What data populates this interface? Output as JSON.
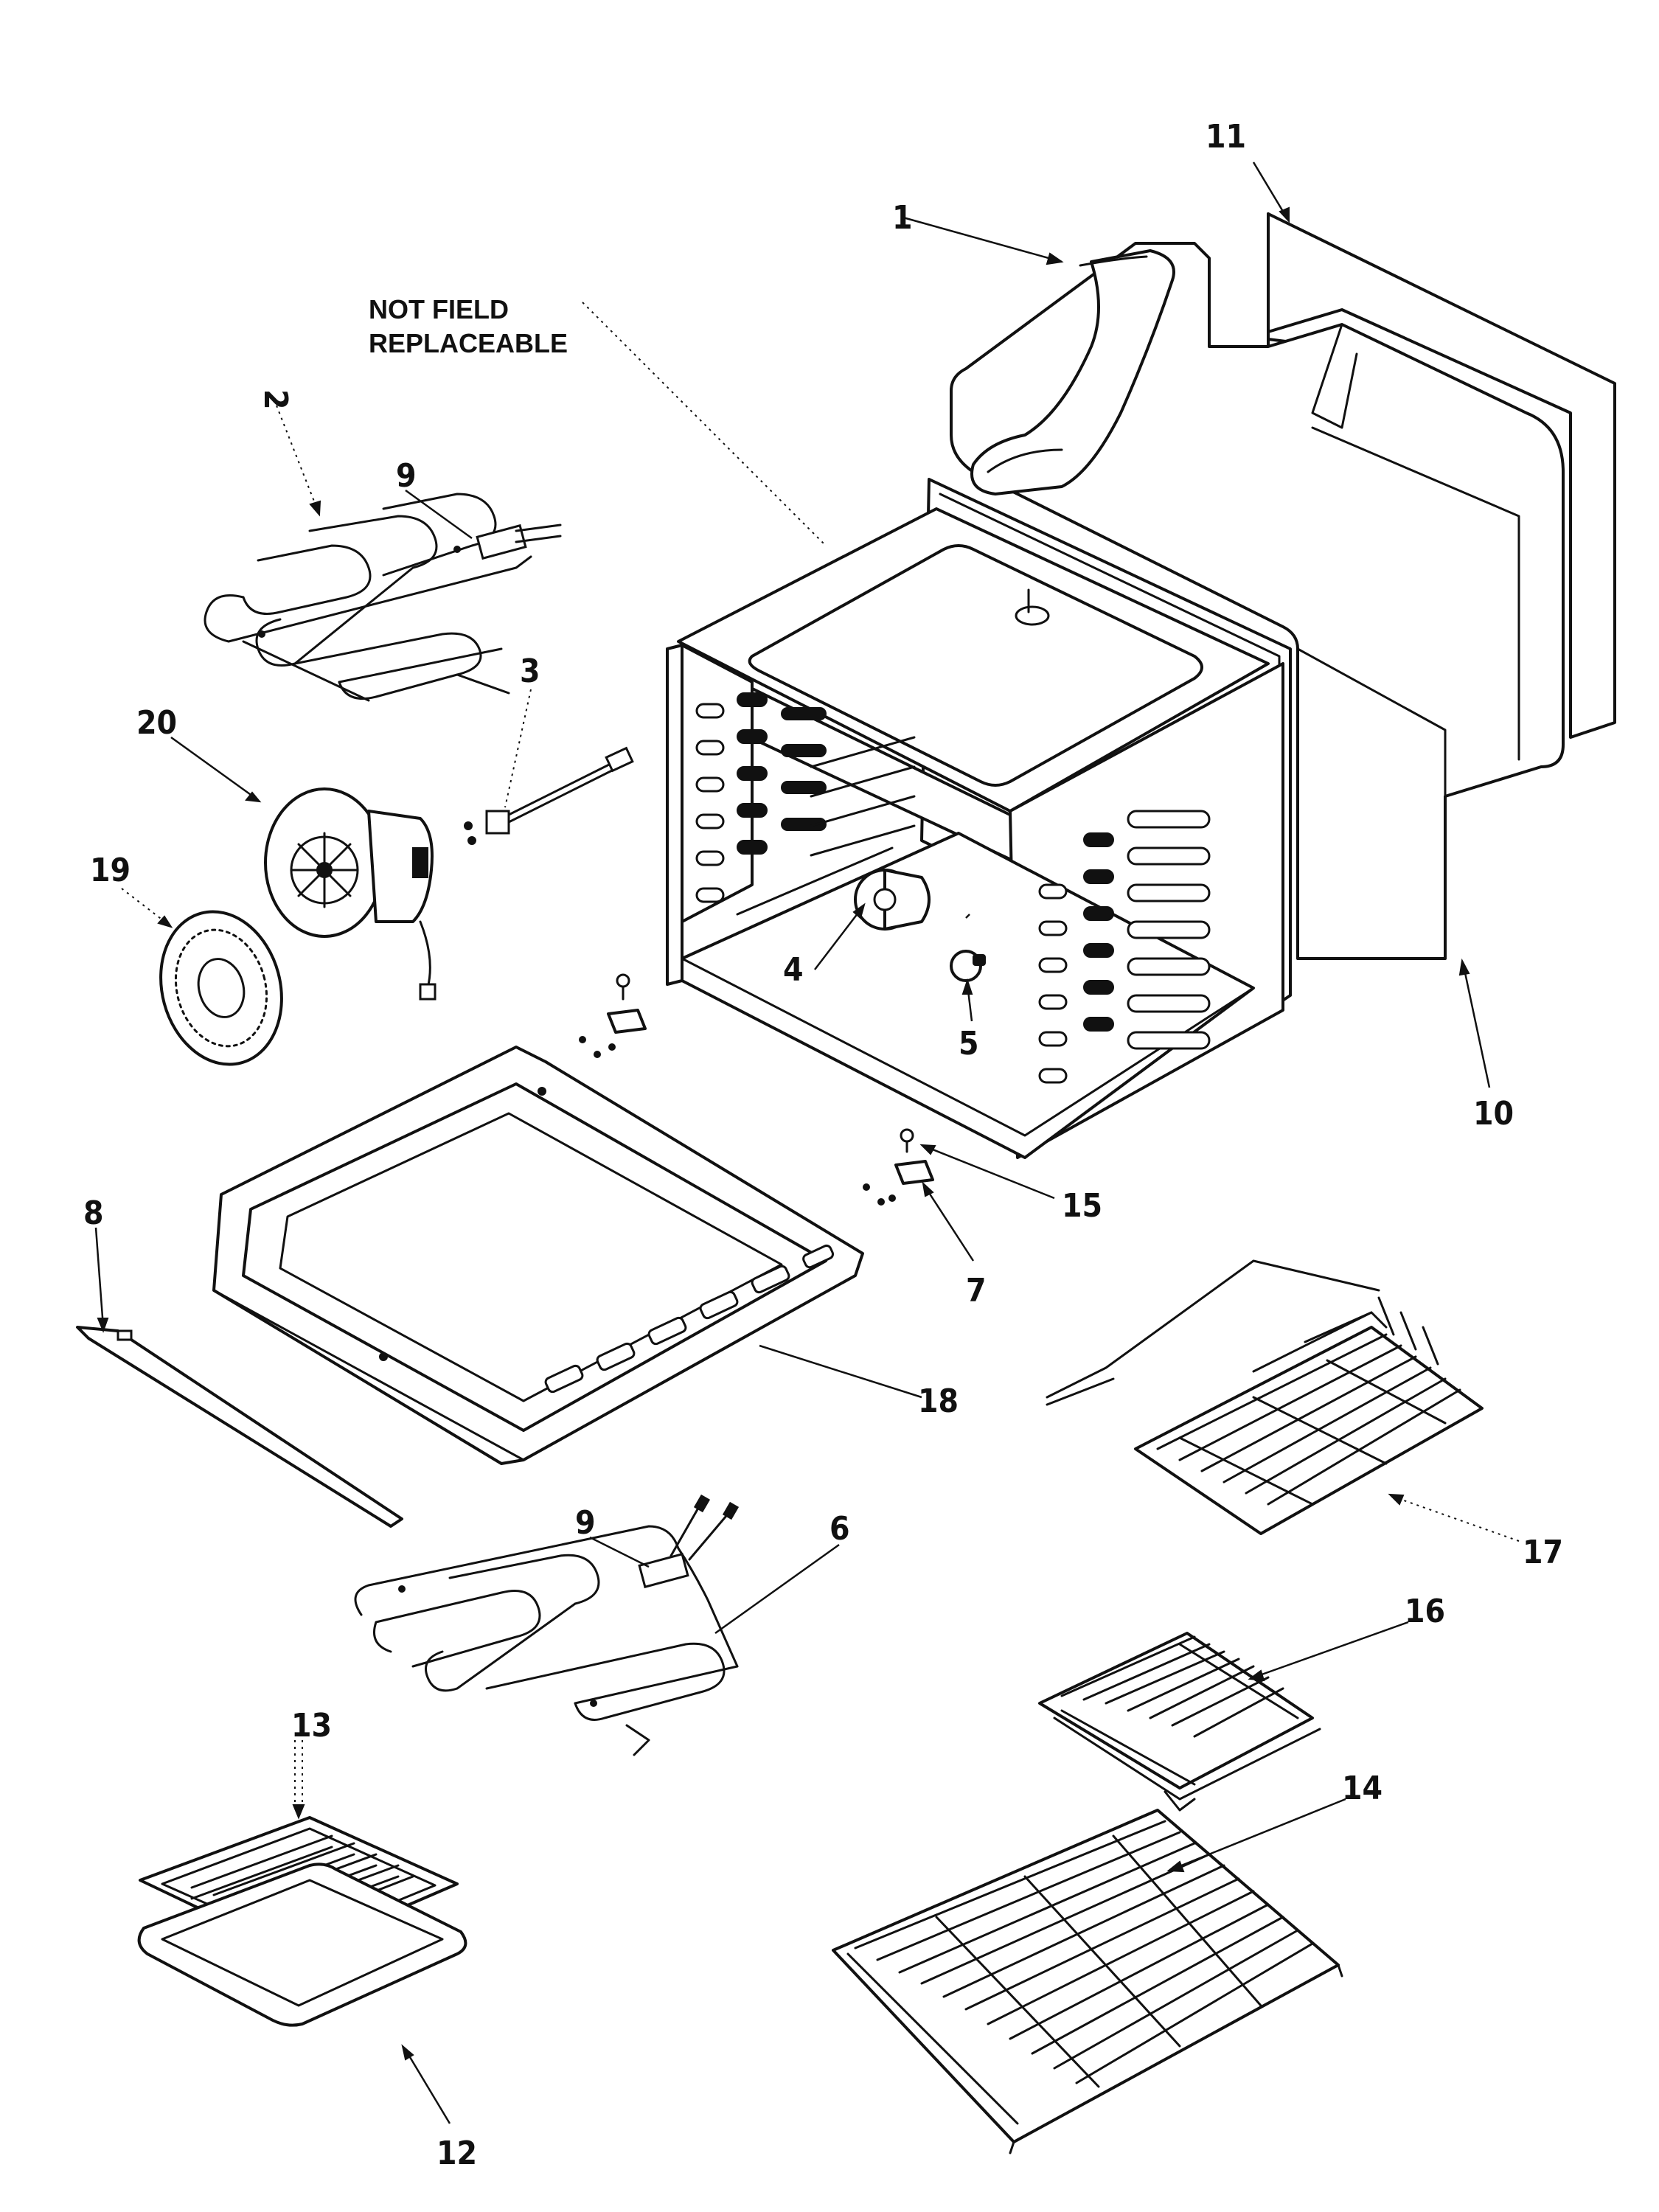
{
  "note": {
    "line1": "NOT FIELD",
    "line2": "REPLACEABLE"
  },
  "callouts": {
    "c1": "1",
    "c2": "2",
    "c3": "3",
    "c4": "4",
    "c5": "5",
    "c6": "6",
    "c7": "7",
    "c8": "8",
    "c9a": "9",
    "c9b": "9",
    "c10": "10",
    "c11": "11",
    "c12": "12",
    "c13": "13",
    "c14": "14",
    "c15": "15",
    "c16": "16",
    "c17": "17",
    "c18": "18",
    "c19": "19",
    "c20": "20"
  }
}
